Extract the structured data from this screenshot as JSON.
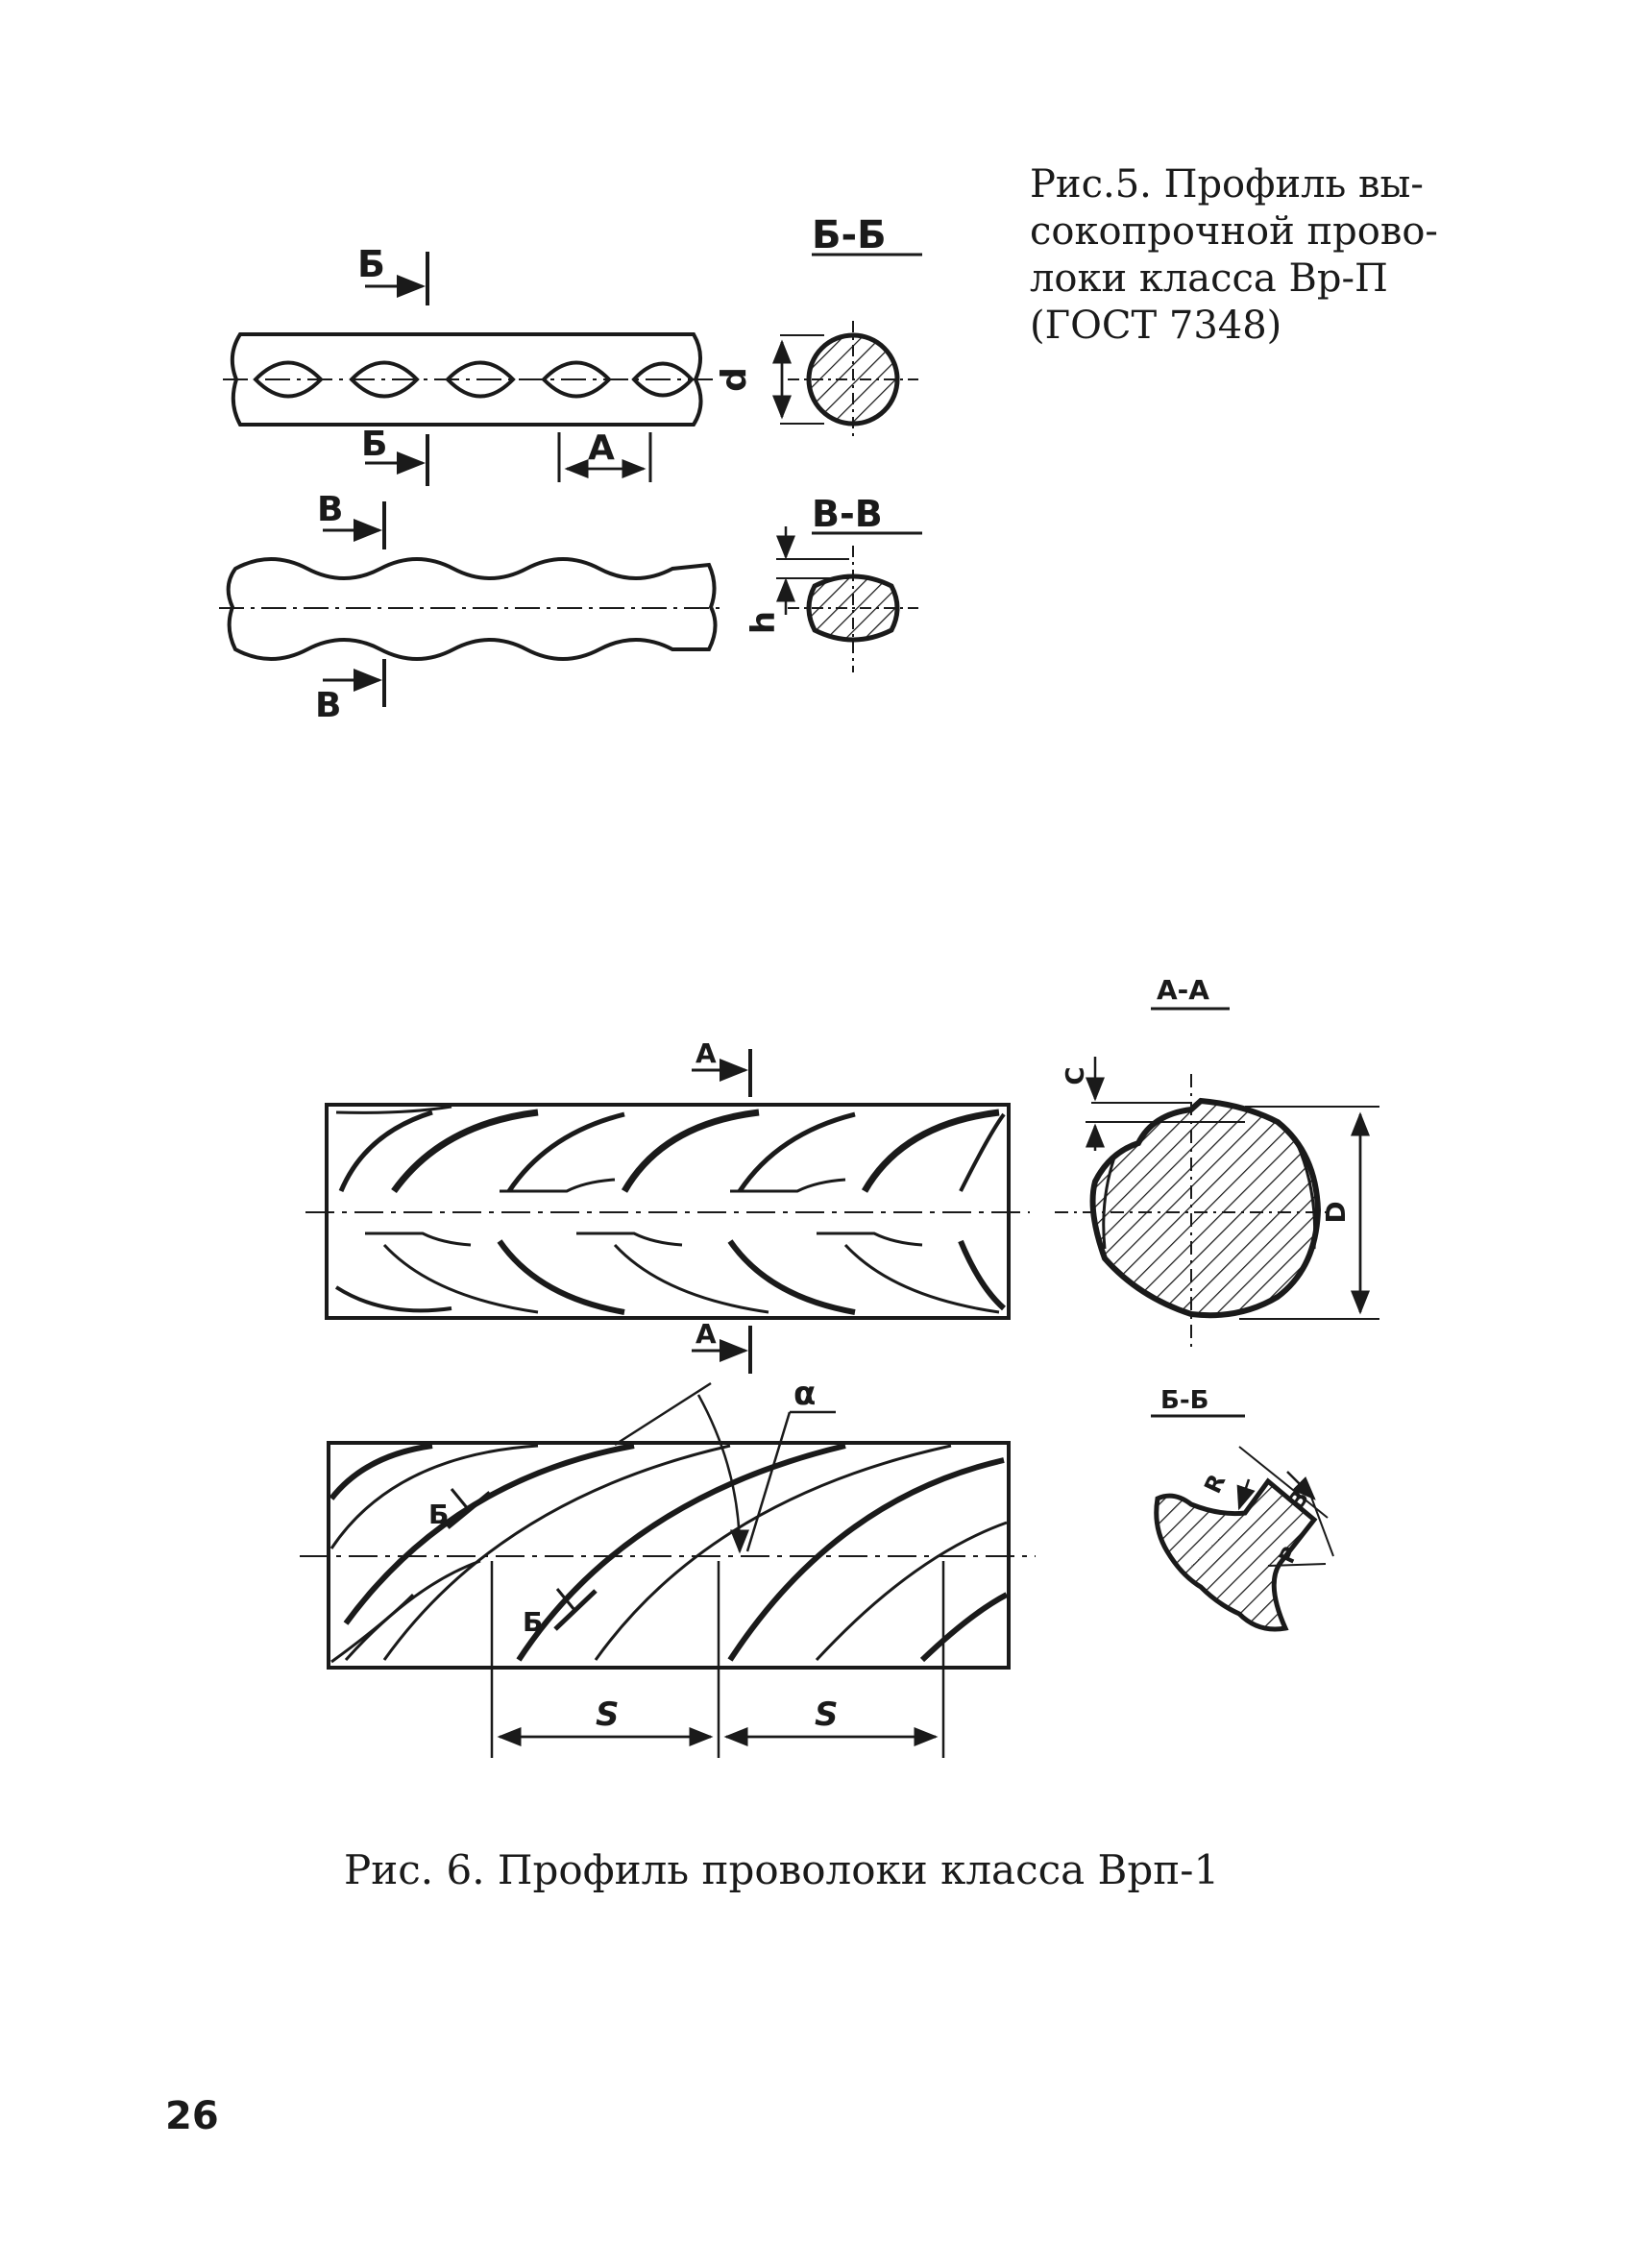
{
  "fig5": {
    "caption_lines": [
      "Рис.5. Профиль вы-",
      "сокопрочной прово-",
      "локи класса Вр-П",
      "(ГОСТ 7348)"
    ],
    "labels": {
      "section_bb": "Б-Б",
      "section_vv": "В-В",
      "cut_b": "Б",
      "cut_v": "В",
      "pitch": "A",
      "diameter": "d",
      "depth": "h"
    }
  },
  "fig6": {
    "caption": "Рис. 6. Профиль проволоки класса Врп-1",
    "labels": {
      "section_aa": "А-А",
      "section_bb": "Б-Б",
      "cut_a": "А",
      "cut_b": "Б",
      "angle": "α",
      "pitch": "S",
      "diameter": "D",
      "rib_height": "C",
      "radius": "R",
      "rib_width": "B",
      "radius_small": "P"
    }
  },
  "page_number": "26"
}
